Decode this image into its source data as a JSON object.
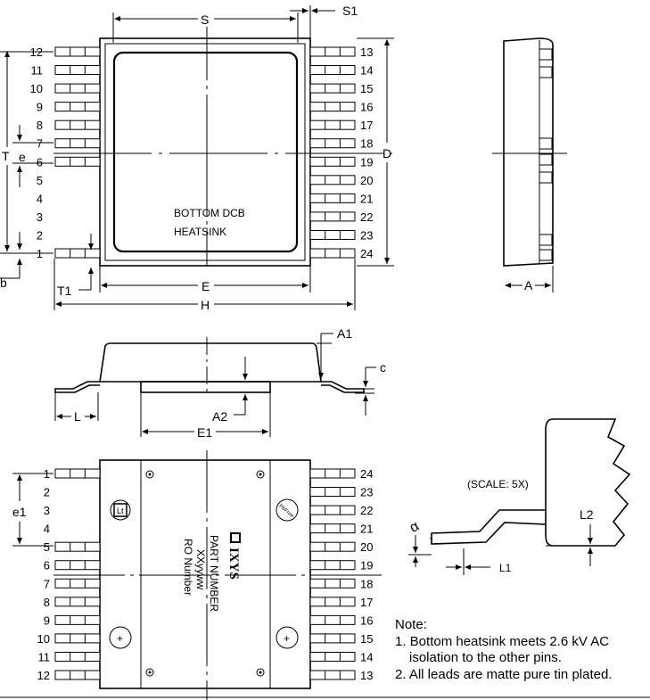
{
  "dimensions": {
    "S": "S",
    "S1": "S1",
    "D": "D",
    "T": "T",
    "e": "e",
    "b": "b",
    "T1": "T1",
    "E": "E",
    "H": "H",
    "A": "A",
    "A1": "A1",
    "A2": "A2",
    "c": "c",
    "L": "L",
    "E1": "E1",
    "e1": "e1",
    "L1": "L1",
    "L2": "L2",
    "alpha": "α"
  },
  "top_view": {
    "left_pins": [
      "12",
      "11",
      "10",
      "9",
      "8",
      "7",
      "6",
      "5",
      "4",
      "3",
      "2",
      "1"
    ],
    "right_pins": [
      "13",
      "14",
      "15",
      "16",
      "17",
      "18",
      "19",
      "20",
      "21",
      "22",
      "23",
      "24"
    ],
    "dcb_label_line1": "BOTTOM DCB",
    "dcb_label_line2": "HEATSINK"
  },
  "bottom_view": {
    "left_pins": [
      "1",
      "2",
      "3",
      "4",
      "5",
      "6",
      "7",
      "8",
      "9",
      "10",
      "11",
      "12"
    ],
    "right_pins": [
      "24",
      "23",
      "22",
      "21",
      "20",
      "19",
      "18",
      "17",
      "16",
      "15",
      "14",
      "13"
    ],
    "brand": "IXYS",
    "part_number": "PART NUMBER",
    "date_code": "XXyyww",
    "ro_number": "RO Number",
    "logo_text": "PbFree"
  },
  "detail": {
    "scale": "(SCALE: 5X)"
  },
  "notes": {
    "title": "Note:",
    "line1": "1. Bottom heatsink meets 2.6 kV AC",
    "line2": "isolation to the other pins.",
    "line3": "2. All leads are matte pure tin plated."
  }
}
